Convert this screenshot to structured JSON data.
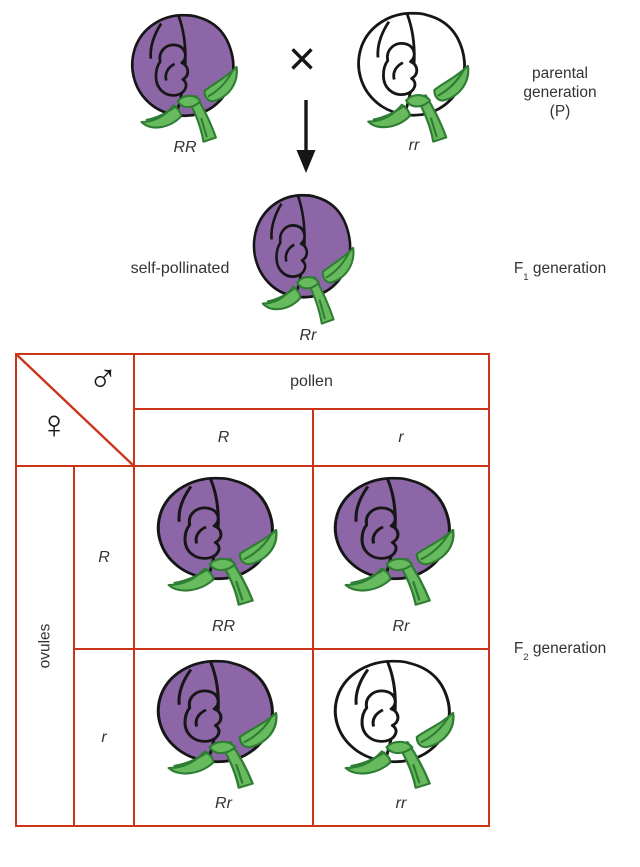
{
  "colors": {
    "purple": "#8c66a6",
    "white": "#ffffff",
    "green": "#68ba5e",
    "green_dark": "#2f7d33",
    "outline": "#161616",
    "grid": "#cc3419",
    "text": "#333333"
  },
  "parental": {
    "label_lines": [
      "parental",
      "generation",
      "(P)"
    ],
    "cross_symbol": "×",
    "left": {
      "genotype": "RR",
      "phenotype": "purple"
    },
    "right": {
      "genotype": "rr",
      "phenotype": "white"
    }
  },
  "f1": {
    "caption": "self-pollinated",
    "flower": {
      "genotype": "Rr",
      "phenotype": "purple"
    },
    "generation_label": {
      "prefix": "F",
      "sub": "1",
      "suffix": " generation"
    }
  },
  "f2": {
    "generation_label": {
      "prefix": "F",
      "sub": "2",
      "suffix": " generation"
    }
  },
  "punnett": {
    "male_symbol": "♂",
    "female_symbol": "♀",
    "pollen_header": "pollen",
    "ovules_header": "ovules",
    "col_headers": [
      "R",
      "r"
    ],
    "row_headers": [
      "R",
      "r"
    ],
    "cells": [
      {
        "genotype": "RR",
        "phenotype": "purple"
      },
      {
        "genotype": "Rr",
        "phenotype": "purple"
      },
      {
        "genotype": "Rr",
        "phenotype": "purple"
      },
      {
        "genotype": "rr",
        "phenotype": "white"
      }
    ]
  }
}
